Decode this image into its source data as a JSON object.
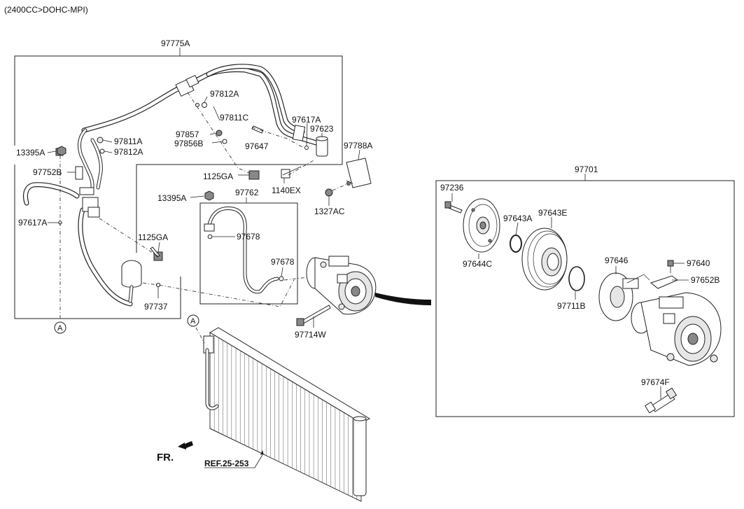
{
  "header": {
    "engine_spec": "(2400CC>DOHC-MPI)"
  },
  "labels": {
    "p97775A": "97775A",
    "p97812A_top": "97812A",
    "p97811C": "97811C",
    "p97617A_top": "97617A",
    "p97623": "97623",
    "p97857": "97857",
    "p97856B": "97856B",
    "p97647": "97647",
    "p97811A": "97811A",
    "p97812A_mid": "97812A",
    "p13395A_left": "13395A",
    "p97788A": "97788A",
    "p97752B": "97752B",
    "p1125GA_top": "1125GA",
    "p1140EX": "1140EX",
    "p1327AC": "1327AC",
    "p97762": "97762",
    "p13395A_mid": "13395A",
    "p97617A_left": "97617A",
    "p97678_top": "97678",
    "p1125GA_mid": "1125GA",
    "p97678_low": "97678",
    "p97737": "97737",
    "p97714W": "97714W",
    "p97701": "97701",
    "p97236": "97236",
    "p97643E": "97643E",
    "p97643A": "97643A",
    "p97644C": "97644C",
    "p97646": "97646",
    "p97640": "97640",
    "p97652B": "97652B",
    "p97711B": "97711B",
    "p97674F": "97674F",
    "ref": "REF.25-253",
    "fr": "FR.",
    "circle_a": "A"
  }
}
